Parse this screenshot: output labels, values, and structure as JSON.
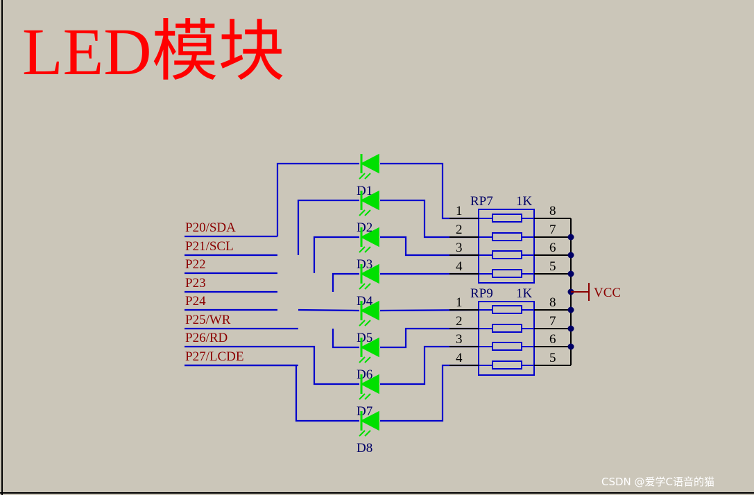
{
  "title": "LED模块",
  "watermark": "CSDN @爱学C语音的猫",
  "colors": {
    "background": "#cbc6b9",
    "wire": "#0000cc",
    "net_label": "#8b0000",
    "led": "#00e000",
    "title": "#ff0000"
  },
  "nets": [
    "P20/SDA",
    "P21/SCL",
    "P22",
    "P23",
    "P24",
    "P25/WR",
    "P26/RD",
    "P27/LCDE"
  ],
  "leds": [
    "D1",
    "D2",
    "D3",
    "D4",
    "D5",
    "D6",
    "D7",
    "D8"
  ],
  "resistor_packs": [
    {
      "ref": "RP7",
      "value": "1K",
      "pins_left": [
        "1",
        "2",
        "3",
        "4"
      ],
      "pins_right": [
        "8",
        "7",
        "6",
        "5"
      ]
    },
    {
      "ref": "RP9",
      "value": "1K",
      "pins_left": [
        "1",
        "2",
        "3",
        "4"
      ],
      "pins_right": [
        "8",
        "7",
        "6",
        "5"
      ]
    }
  ],
  "power": "VCC"
}
